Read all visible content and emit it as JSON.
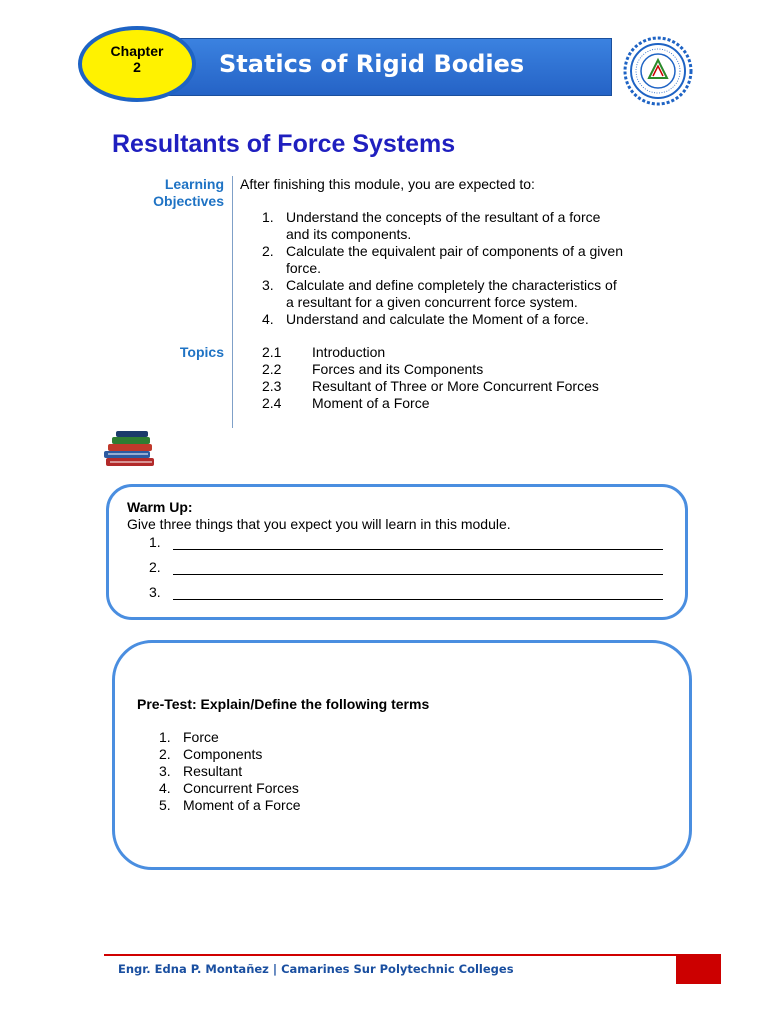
{
  "header": {
    "chapter_label": "Chapter",
    "chapter_number": "2",
    "title": "Statics of Rigid Bodies",
    "colors": {
      "bar": "#2a6fd0",
      "badge": "#fff200"
    }
  },
  "seal": {
    "icon": "college-seal-icon"
  },
  "page_title": "Resultants of Force Systems",
  "objectives": {
    "label_line1": "Learning",
    "label_line2": "Objectives",
    "intro": "After finishing this module, you are expected to:",
    "items": [
      {
        "num": "1.",
        "line1": "Understand the concepts of the resultant of a force",
        "line2": "and its components."
      },
      {
        "num": "2.",
        "line1": "Calculate the equivalent pair of components of a given",
        "line2": "force."
      },
      {
        "num": "3.",
        "line1": "Calculate and define completely the characteristics of",
        "line2": "a resultant for a given concurrent force system."
      },
      {
        "num": "4.",
        "line1": "Understand and calculate the Moment of a force.",
        "line2": ""
      }
    ]
  },
  "topics": {
    "label": "Topics",
    "items": [
      {
        "num": "2.1",
        "text": "Introduction"
      },
      {
        "num": "2.2",
        "text": "Forces and its Components"
      },
      {
        "num": "2.3",
        "text": "Resultant of Three or More Concurrent Forces"
      },
      {
        "num": "2.4",
        "text": "Moment of a Force"
      }
    ]
  },
  "books_icon": "books-icon",
  "warm_up": {
    "title": "Warm Up:",
    "prompt": "Give three things that you expect you will learn in this module.",
    "blanks": [
      "1.",
      "2.",
      "3."
    ]
  },
  "pre_test": {
    "title": "Pre-Test: Explain/Define the following terms",
    "terms": [
      {
        "num": "1.",
        "text": "Force"
      },
      {
        "num": "2.",
        "text": "Components"
      },
      {
        "num": "3.",
        "text": "Resultant"
      },
      {
        "num": "4.",
        "text": "Concurrent Forces"
      },
      {
        "num": "5.",
        "text": "Moment of a Force"
      }
    ]
  },
  "footer": {
    "text": "Engr. Edna P. Montañez | Camarines Sur Polytechnic Colleges",
    "accent": "#cc0000"
  }
}
